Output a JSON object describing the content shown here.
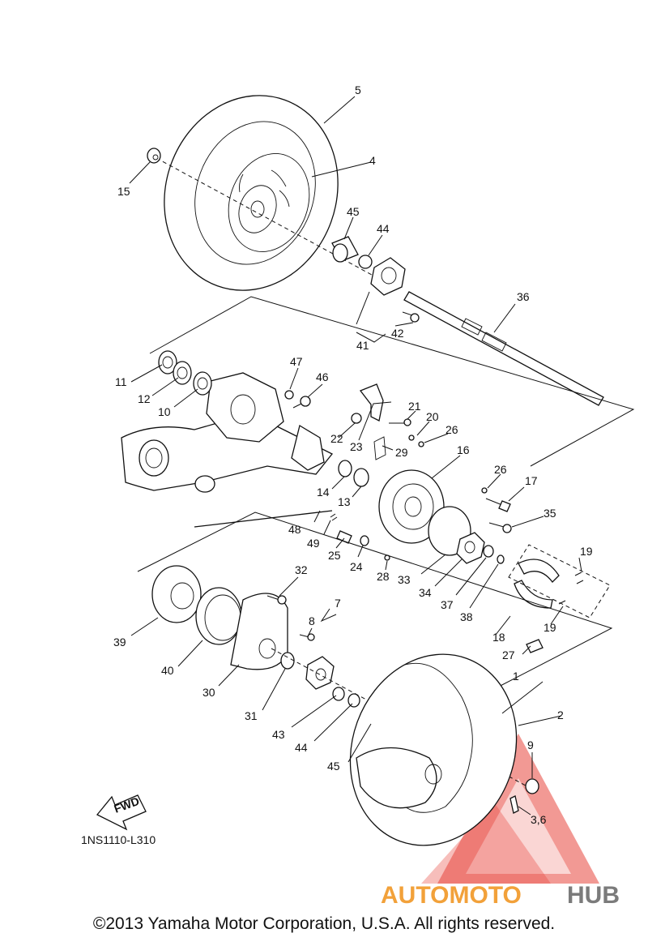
{
  "diagram_code": "1NS1110-L310",
  "fwd_label": "FWD",
  "watermark": {
    "part1": "AUTOMOTO",
    "part2": "HUB",
    "color_orange": "#f2a13a",
    "color_gray": "#7b7b7b",
    "color_red": "#e8453c"
  },
  "copyright": "©2013 Yamaha Motor Corporation, U.S.A. All rights reserved.",
  "callouts": [
    "1",
    "2",
    "3,6",
    "4",
    "5",
    "7",
    "8",
    "9",
    "10",
    "11",
    "12",
    "13",
    "14",
    "15",
    "16",
    "17",
    "18",
    "19",
    "19",
    "20",
    "21",
    "22",
    "23",
    "24",
    "25",
    "26",
    "26",
    "27",
    "28",
    "29",
    "30",
    "31",
    "32",
    "33",
    "34",
    "35",
    "36",
    "37",
    "38",
    "39",
    "40",
    "41",
    "42",
    "43",
    "44",
    "44",
    "45",
    "45",
    "46",
    "47",
    "48",
    "49"
  ]
}
